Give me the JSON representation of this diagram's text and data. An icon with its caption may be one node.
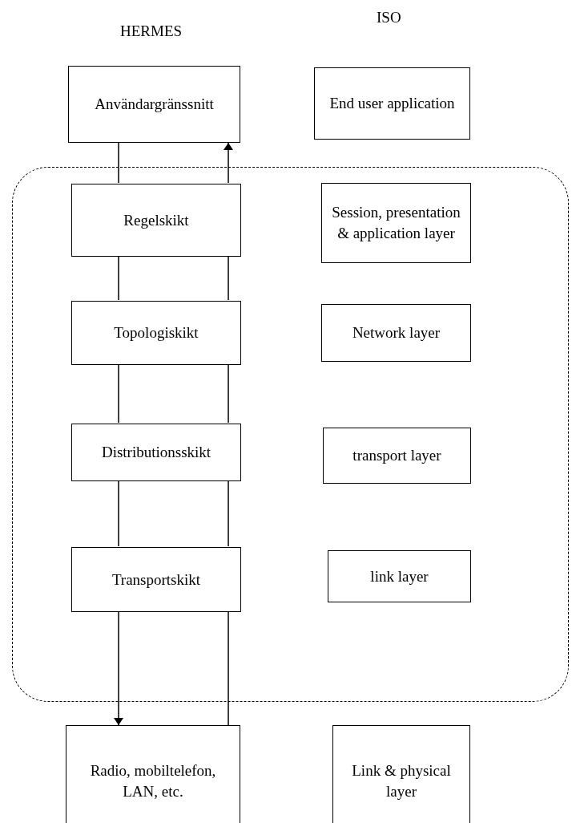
{
  "diagram": {
    "nodes": [
      {
        "text": [
          "Användargränssnitt"
        ]
      },
      {
        "text": [
          "End user application"
        ]
      },
      {
        "text": [],
        "shape": "box"
      },
      {
        "text": [
          "Regelskikt"
        ],
        "in": 2
      },
      {
        "text": [
          "Session, presentation & application layer"
        ],
        "in": 2
      },
      {
        "text": [
          "Topologiskikt"
        ],
        "in": 2
      },
      {
        "text": [
          "Network layer"
        ],
        "in": 2
      },
      {
        "text": [
          "Distributionsskikt"
        ],
        "in": 2
      },
      {
        "text": [
          "transport layer"
        ],
        "in": 2
      },
      {
        "text": [
          "Transportskikt"
        ],
        "in": 2
      },
      {
        "text": [
          "link layer"
        ],
        "in": 2
      },
      {
        "text": [
          "Radio, mobiltelefon, LAN, etc."
        ]
      },
      {
        "text": [
          "Link & physical layer"
        ]
      }
    ],
    "edges": [
      {
        "from": 0,
        "to": 3,
        "arrow": "none"
      },
      {
        "from": 3,
        "to": 5,
        "arrow": "none"
      },
      {
        "from": 5,
        "to": 7,
        "arrow": "none"
      },
      {
        "from": 7,
        "to": 9,
        "arrow": "none"
      },
      {
        "from": 9,
        "to": 11,
        "arrow": "to"
      },
      {
        "from": 11,
        "to": 9,
        "arrow": "none"
      },
      {
        "from": 9,
        "to": 7,
        "arrow": "none"
      },
      {
        "from": 7,
        "to": 5,
        "arrow": "none"
      },
      {
        "from": 5,
        "to": 3,
        "arrow": "none"
      },
      {
        "from": 3,
        "to": 0,
        "arrow": "to"
      }
    ],
    "labels": [
      "HERMES",
      "ISO"
    ]
  }
}
